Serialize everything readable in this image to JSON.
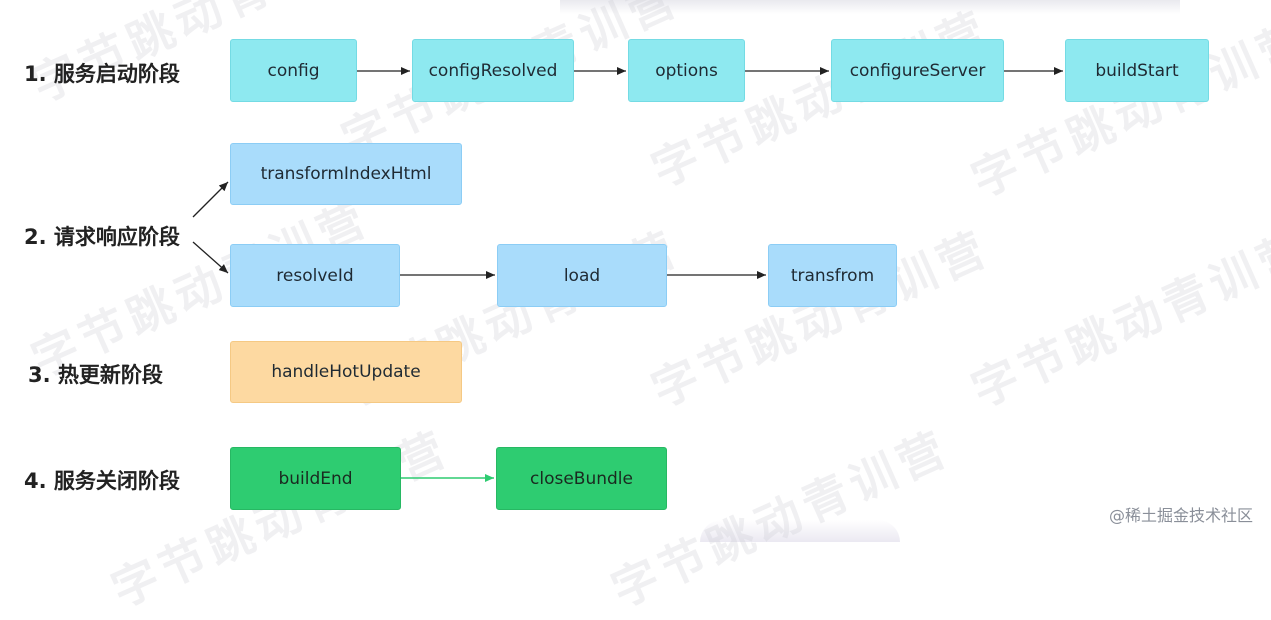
{
  "watermark_text": "字节跳动青训营",
  "credit": "@稀土掘金技术社区",
  "stages": [
    {
      "label": "1. 服务启动阶段"
    },
    {
      "label": "2. 请求响应阶段"
    },
    {
      "label": "3. 热更新阶段"
    },
    {
      "label": "4. 服务关闭阶段"
    }
  ],
  "colors": {
    "startup": "#8ee9f0",
    "request": "#a9dcfb",
    "hot_update": "#fdd9a1",
    "close": "#2ecc71",
    "edge": "#222222",
    "green_edge": "#2ecc71"
  },
  "nodes": {
    "config": "config",
    "configResolved": "configResolved",
    "options": "options",
    "configureServer": "configureServer",
    "buildStart": "buildStart",
    "transformIndexHtml": "transformIndexHtml",
    "resolveId": "resolveId",
    "load": "load",
    "transfrom": "transfrom",
    "handleHotUpdate": "handleHotUpdate",
    "buildEnd": "buildEnd",
    "closeBundle": "closeBundle"
  },
  "edges": [
    [
      "config",
      "configResolved"
    ],
    [
      "configResolved",
      "options"
    ],
    [
      "options",
      "configureServer"
    ],
    [
      "configureServer",
      "buildStart"
    ],
    [
      "stage-2",
      "transformIndexHtml"
    ],
    [
      "stage-2",
      "resolveId"
    ],
    [
      "resolveId",
      "load"
    ],
    [
      "load",
      "transfrom"
    ],
    [
      "buildEnd",
      "closeBundle"
    ]
  ]
}
